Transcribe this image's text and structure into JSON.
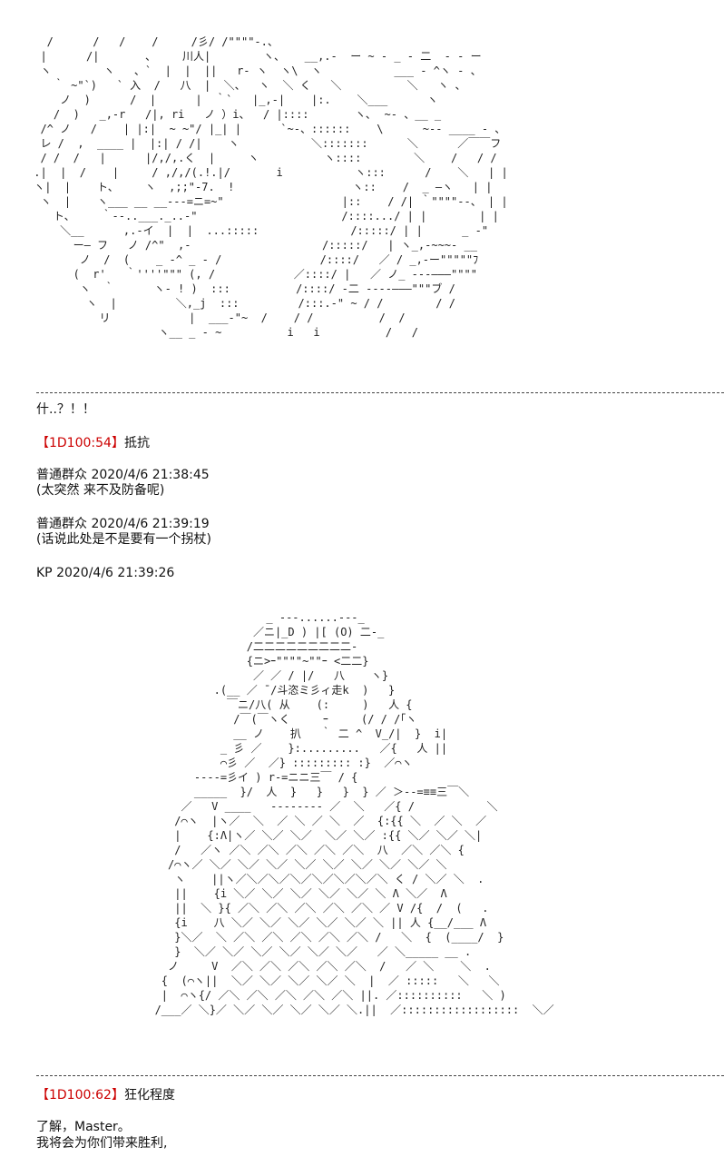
{
  "art": {
    "top": "   /      /   /    /     /彡/ /\"\"\"\"-.、\n  |      /|       、    川人|        ヽ、   __,.-  ー ~ ‐ _ - 二  - - ー\n  ヽ        ヽ   、`  |  |  ||   r‐ ヽ  ヽ\\  ヽ           ___ - ^ヽ - 、\n    ｀ ~\"`)   ` 入  /   八  |  ＼、  ヽ  ＼ く   ＼          ＼   ヽ 、\n     ノ  )      /  |      |  ｀`   |_,-|    |:.    ＼___      ヽ\n    /  )   _,-r   /|, ri   ノ ）i、  / |::::       ヽ､  ~- 、__ _\n  /^ ノ   /    | |:|  ~ ~\"/ |_| |      `~-、::::::    \\      ~‐- ____ ‐ 、\n  レ /  ,  ____ |  |:| / /|    ヽ           ＼:::::::      ＼      ／￣￣フ\n  / /  /   |      |/,/,.く  |     ヽ          ヽ::::        ＼    /   / /\n .|  |  /    |     / ,/,/(.!.|/       i           ヽ:::      /    ＼   | |\n ヽ|  |    ト、    ヽ  ,;;\"-7.  !                  ヽ::    /  _ ―ヽ   | |\n  ヽ  |    ヽ___ __ __---=ニ=~\"                  |::    / /| ｀\"\"\"\"‐-、 | |\n    ト、    ｀‐-..___._..-\"                      /::::.../ | |        | |\n     ＼__      ,.-イ  |  |  ...:::::              /:::::/ | |      _ -\"\n       ー― フ   ノ /^\"  ,-                    /:::::/   | ヽ_,-~~~‐ __\n        ノ  /  (    _ -^ _ - /               /::::/   ／ / _,-ー\"\"\"\"\"ﾌ\n       (  r'   ｀''''\"\"\" (, /            ／::::/ |   ／ ノ_ ---―――\"\"\"\"\n        ヽ  ｀      ヽ- ! )  :::          /::::/ -二 ----―――\"\"\"ブ /\n         ヽ  |         ＼,_j  :::         /:::.-\" ~ / /        / /\n           リ            |  ___-\"~  /    / /          /  /\n                    ヽ__ _ - ~          i   i          /   /",
    "bottom": "                        _ ---......---_\n                      ／ニ|_D ) |[ (O) 二-_\n                     /二二二二二二二二二-\n                     {ニ>ｰ\"\"\"\"~\"\"ｰ <二二}\n                      ／ ／ / |/   八    ヽ}\n                .(__ ／ ̄ /斗恣ミ彡ィ走k  )   }\n                  ￣ニ/八( 从    (:     )   人 {\n                   /￣(￣ヽく     ｰ     (/ / /｢ヽ\n                   __ ノ    扒   ｀ 二 ^  V_/|  }  i|\n                 _ 彡 ／    }:.........   ／{   人 ||\n                 ⌒彡 ／  ／} ::::::::: :}  ／⌒ヽ\n             ----=彡イ ) r-=ニニ三￣ / {\n             _____  }/  人  }   }   }  } ／ ＞--=≡≡三￣＼\n           ／   V ____   -------- ／  ＼   ／{ /           ＼\n          /⌒ヽ  |ヽ／  ＼  ／ ＼ ／ ＼  ／  {:{{ ＼  ／ ＼  ／\n          |    {:Λ|ヽ／ ＼／ ＼／  ＼／ ＼／ :{{ ＼／ ＼／ ＼|\n          /   ／ヽ ／＼ ／＼ ／＼ ／＼ ／＼  八  ／＼ ／＼ {\n         /⌒ヽ／ ＼／ ＼／ ＼／ ＼／ ＼／ ＼／ ＼／ ＼／ ＼\n          ヽ    ||ヽ／＼／＼／＼／＼／＼／＼／＼ く / ＼／ ＼  .\n          ||    {i ＼／ ＼／ ＼／ ＼／ ＼／ ＼ Λ ＼／  Λ\n          ||  ＼ }{ ／＼ ／＼ ／＼ ／＼ ／＼ ／ V /{  /  (   .\n          {i    八 ＼／ ＼／ ＼／ ＼／ ＼／ ＼ || 人 {__/___ Λ\n          }＼／  ＼ ／＼ ／＼ ／＼ ／＼ ／＼ /   ＼  {  (____/  }\n          }  ＼／ ＼／ ＼／ ＼／ ＼／ ＼／   ／ ＼_____ __ .\n         ノ     V  ／＼ ／＼ ／＼ ／＼ ／＼  /   ／ ＼    ＼  .\n        {  (⌒ヽ||  ＼／ ＼／ ＼／ ＼／ ＼  |  ／ :::::   ＼   ＼\n        |  ⌒ヽ{/ ／＼ ／＼ ／＼ ／＼ ／＼ ||. ／::::::::::   ＼ )\n       /___／ ＼}／ ＼／ ＼／ ＼／ ＼／ ＼.||  ／::::::::::::::::::  ＼／"
  },
  "posts": {
    "exclaim": "什..？！！",
    "roll1_tag": "【1D100:54】",
    "roll1_label": "抵抗",
    "comment1_user": "普通群众",
    "comment1_time": "2020/4/6 21:38:45",
    "comment1_text": "(太突然 来不及防备呢)",
    "comment2_user": "普通群众",
    "comment2_time": "2020/4/6 21:39:19",
    "comment2_text": "(话说此处是不是要有一个拐杖)",
    "kp_line": "KP 2020/4/6 21:39:26",
    "roll2_tag": "【1D100:62】",
    "roll2_label": "狂化程度",
    "reply_line1": "了解，Master。",
    "reply_line2": "我将会为你们带来胜利,"
  },
  "colors": {
    "dice_tag": "#cc0000",
    "text": "#111111"
  }
}
